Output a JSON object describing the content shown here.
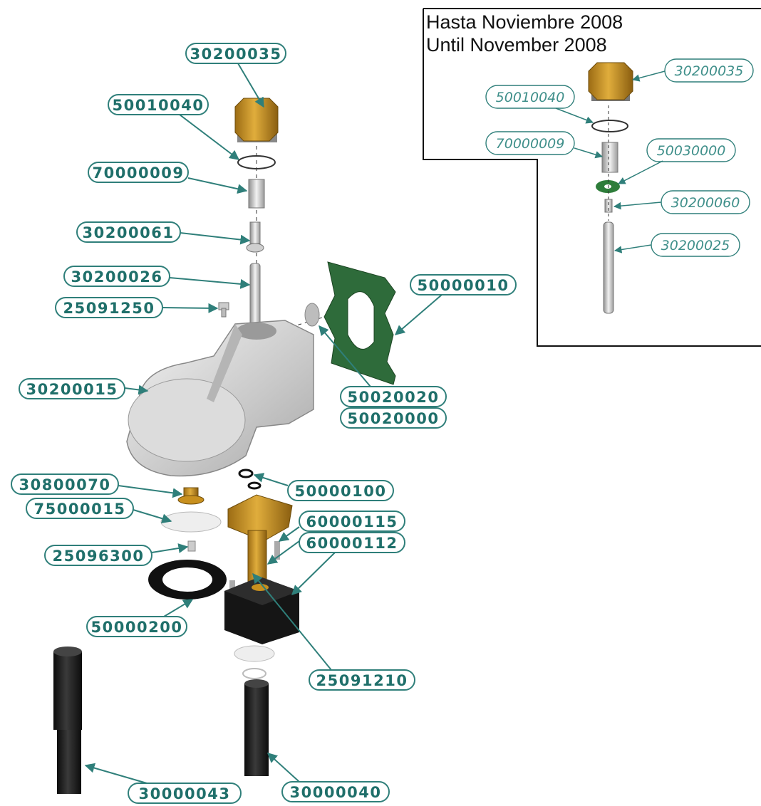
{
  "inset": {
    "title_es": "Hasta Noviembre 2008",
    "title_en": "Until November 2008",
    "labels": [
      "30200035",
      "50010040",
      "70000009",
      "50030000",
      "30200060",
      "30200025"
    ]
  },
  "main_labels": [
    "30200035",
    "50010040",
    "70000009",
    "30200061",
    "30200026",
    "25091250",
    "50000010",
    "30200015",
    "50020020",
    "50020000",
    "50000100",
    "30800070",
    "75000015",
    "60000115",
    "60000112",
    "25096300",
    "50000200",
    "25091210",
    "30000043",
    "30000040"
  ],
  "colors": {
    "label_border": "#2f7f7a",
    "label_text": "#1f6f6a",
    "brass": "#c8901e",
    "housing": "#cfcfcf",
    "gasket": "#2e6b3a",
    "black_part": "#1a1a1a"
  }
}
